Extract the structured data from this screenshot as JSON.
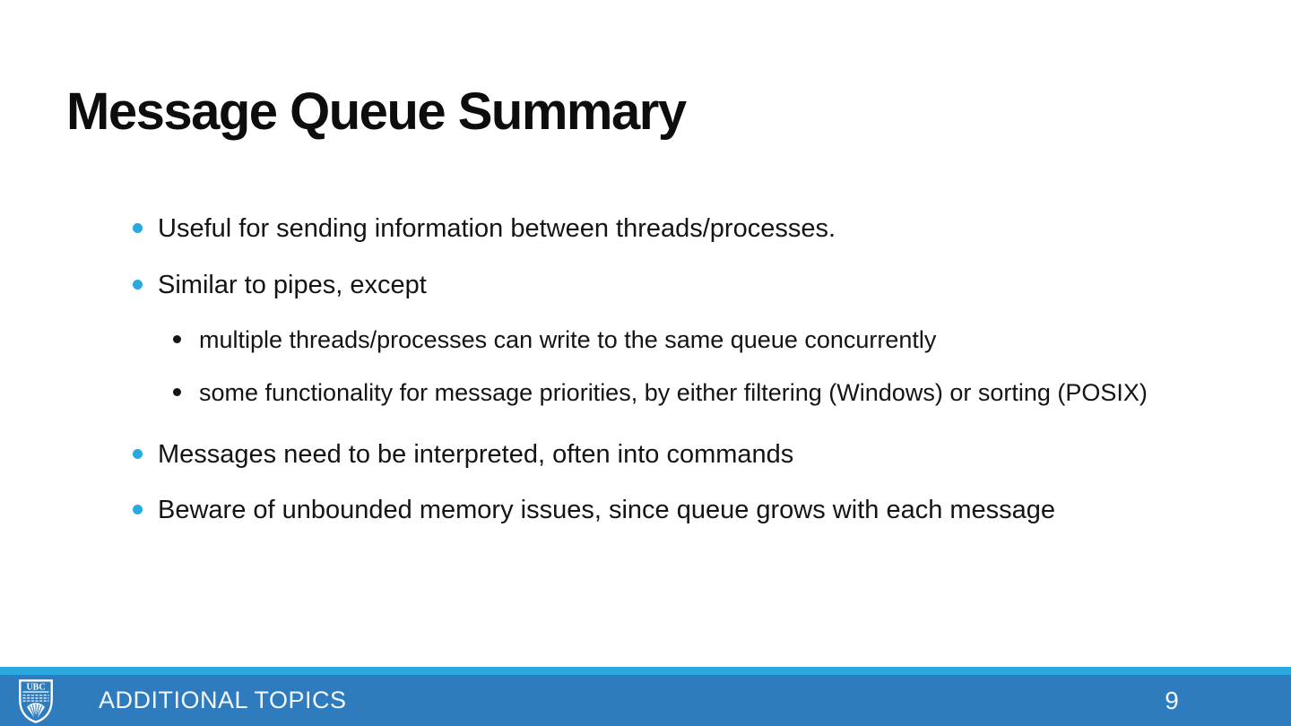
{
  "slide": {
    "title": "Message Queue Summary",
    "bullets": [
      {
        "level": 1,
        "text": "Useful for sending information between threads/processes."
      },
      {
        "level": 1,
        "text": "Similar to pipes, except"
      },
      {
        "level": 2,
        "text": "multiple threads/processes can write to the same queue concurrently"
      },
      {
        "level": 2,
        "text": "some functionality for message priorities, by either filtering (Windows) or sorting (POSIX)"
      },
      {
        "level": 1,
        "text": "Messages need to be interpreted, often into commands"
      },
      {
        "level": 1,
        "text": "Beware of unbounded memory issues, since queue grows with each message"
      }
    ],
    "footer": {
      "section_label": "ADDITIONAL TOPICS",
      "logo_text": "UBC"
    },
    "page_number": "9",
    "colors": {
      "accent_cyan": "#29A9E0",
      "footer_bar_blue": "#2E7CBE",
      "body_text": "#141414",
      "background": "#FFFFFF"
    }
  }
}
